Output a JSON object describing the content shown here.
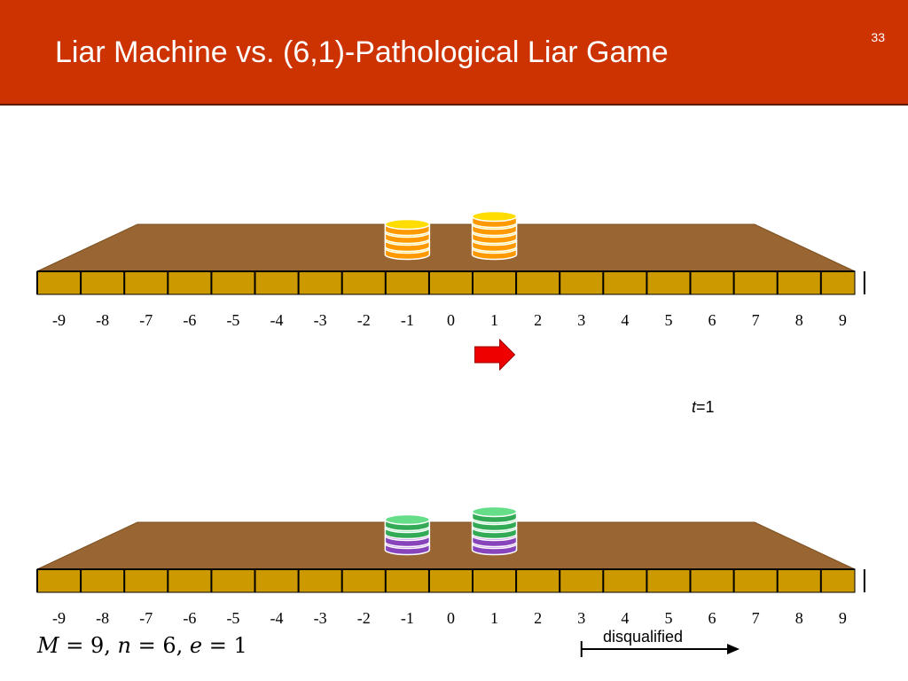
{
  "slide": {
    "title": "Liar Machine vs. (6,1)-Pathological Liar Game",
    "number": "33"
  },
  "axis": {
    "positions": [
      "-9",
      "-8",
      "-7",
      "-6",
      "-5",
      "-4",
      "-3",
      "-2",
      "-1",
      "0",
      "1",
      "2",
      "3",
      "4",
      "5",
      "6",
      "7",
      "8",
      "9"
    ]
  },
  "time": {
    "variable": "t",
    "value": "=1"
  },
  "top_board": {
    "stacks": [
      {
        "position": "-1",
        "chips": 4,
        "chip_color": "#ffcc00"
      },
      {
        "position": "1",
        "chips": 5,
        "chip_color": "#ffcc00"
      }
    ],
    "move_arrow": {
      "direction": "right",
      "color": "#ee0000"
    }
  },
  "bottom_board": {
    "stacks": [
      {
        "position": "-1",
        "purple_chips": 2,
        "green_chips": 2
      },
      {
        "position": "1",
        "purple_chips": 2,
        "green_chips": 3
      }
    ]
  },
  "params": {
    "M_var": "M",
    "M_val": "= 9,",
    "n_var": "n",
    "n_val": "= 6,",
    "e_var": "e",
    "e_val": "= 1"
  },
  "disqualified": {
    "label": "disqualified",
    "from_position": "3"
  },
  "colors": {
    "header": "#cc3300",
    "board_top": "#996633",
    "track": "#cc9900",
    "chip_yellow": "#ffdd00",
    "chip_orange": "#ff9900",
    "chip_green": "#33aa55",
    "chip_purple": "#8844bb",
    "arrow": "#ee0000"
  }
}
